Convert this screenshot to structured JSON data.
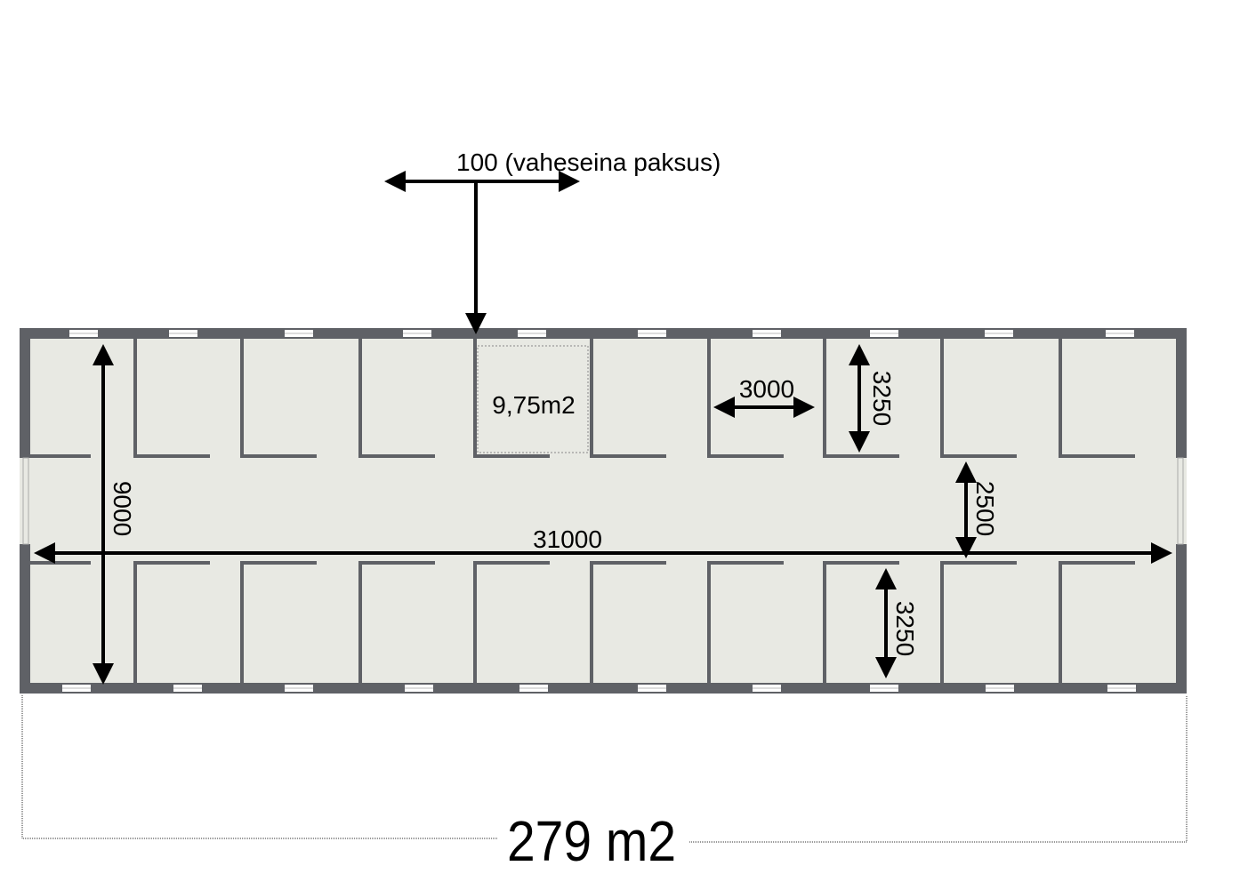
{
  "colors": {
    "wall": "#5f6166",
    "floor": "#e8e9e3",
    "arrow": "#000000",
    "window": "#ffffff"
  },
  "annotations": {
    "wall_thickness": "100  (vaheseina paksus)",
    "room_area": "9,75m2",
    "room_width": "3000",
    "room_depth_top": "3250",
    "room_depth_bottom": "3250",
    "corridor_width": "2500",
    "building_width": "9000",
    "building_length": "31000",
    "total_area": "279 m2"
  }
}
